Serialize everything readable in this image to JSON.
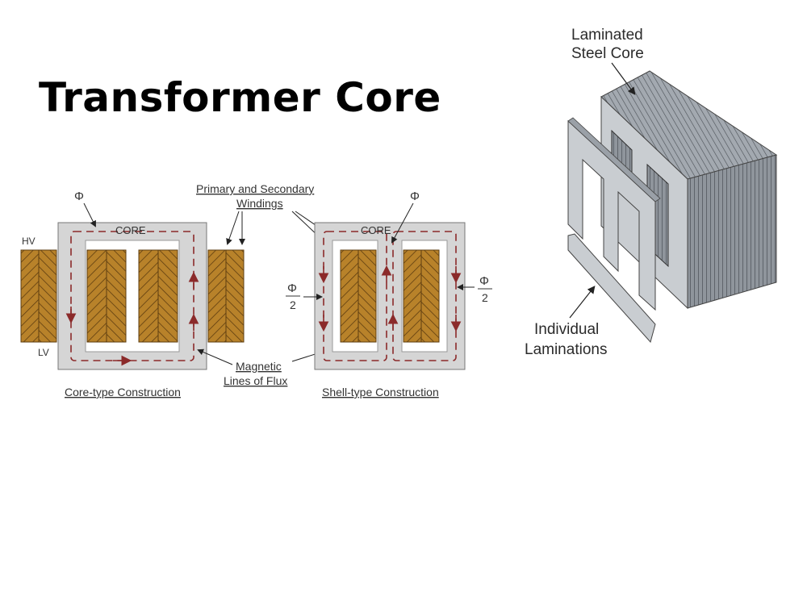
{
  "title": "Transformer Core",
  "diagram_left": {
    "core_label_1": "CORE",
    "core_label_2": "CORE",
    "phi_1": "Φ",
    "phi_2": "Φ",
    "phi_half_num_1": "Φ",
    "phi_half_den_1": "2",
    "phi_half_num_2": "Φ",
    "phi_half_den_2": "2",
    "hv": "HV",
    "lv": "LV",
    "windings_line1": "Primary and Secondary",
    "windings_line2": "Windings",
    "flux_line1": "Magnetic",
    "flux_line2": "Lines of Flux",
    "core_type_caption": "Core-type Construction",
    "shell_type_caption": "Shell-type Construction"
  },
  "diagram_right": {
    "steel_core_line1": "Laminated",
    "steel_core_line2": "Steel Core",
    "laminations_line1": "Individual",
    "laminations_line2": "Laminations"
  },
  "colors": {
    "core_fill": "#d5d5d5",
    "winding_fill": "#b8822a",
    "flux_arrow": "#8b2a2a",
    "text": "#333333",
    "steel_top": "#8f959c",
    "steel_side": "#6e747b"
  }
}
